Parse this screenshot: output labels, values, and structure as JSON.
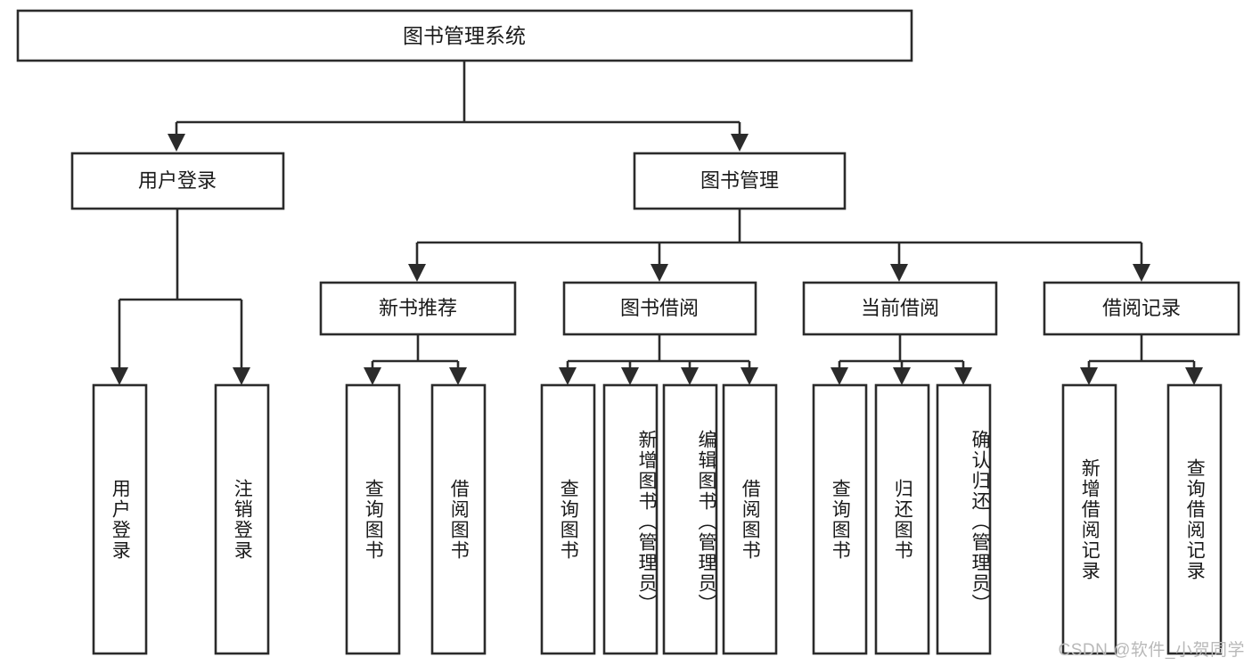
{
  "diagram": {
    "type": "tree-hierarchy",
    "title": "图书管理系统",
    "watermark": "CSDN @软件_小贺同学",
    "colors": {
      "stroke": "#2b2b2b",
      "fill": "#ffffff",
      "text": "#1a1a1a",
      "watermark": "#b9b9b9"
    },
    "root": {
      "label": "图书管理系统"
    },
    "level2": [
      {
        "label": "用户登录"
      },
      {
        "label": "图书管理"
      }
    ],
    "level3": [
      {
        "label": "新书推荐"
      },
      {
        "label": "图书借阅"
      },
      {
        "label": "当前借阅"
      },
      {
        "label": "借阅记录"
      }
    ],
    "leaves": {
      "user_login": [
        {
          "label": "用户登录"
        },
        {
          "label": "注销登录"
        }
      ],
      "new_book": [
        {
          "label": "查询图书"
        },
        {
          "label": "借阅图书"
        }
      ],
      "book_borrow": [
        {
          "label": "查询图书"
        },
        {
          "label": "新增图书（管理员）"
        },
        {
          "label": "编辑图书（管理员）"
        },
        {
          "label": "借阅图书"
        }
      ],
      "current_borrow": [
        {
          "label": "查询图书"
        },
        {
          "label": "归还图书"
        },
        {
          "label": "确认归还（管理员）"
        }
      ],
      "borrow_record": [
        {
          "label": "新增借阅记录"
        },
        {
          "label": "查询借阅记录"
        }
      ]
    }
  }
}
